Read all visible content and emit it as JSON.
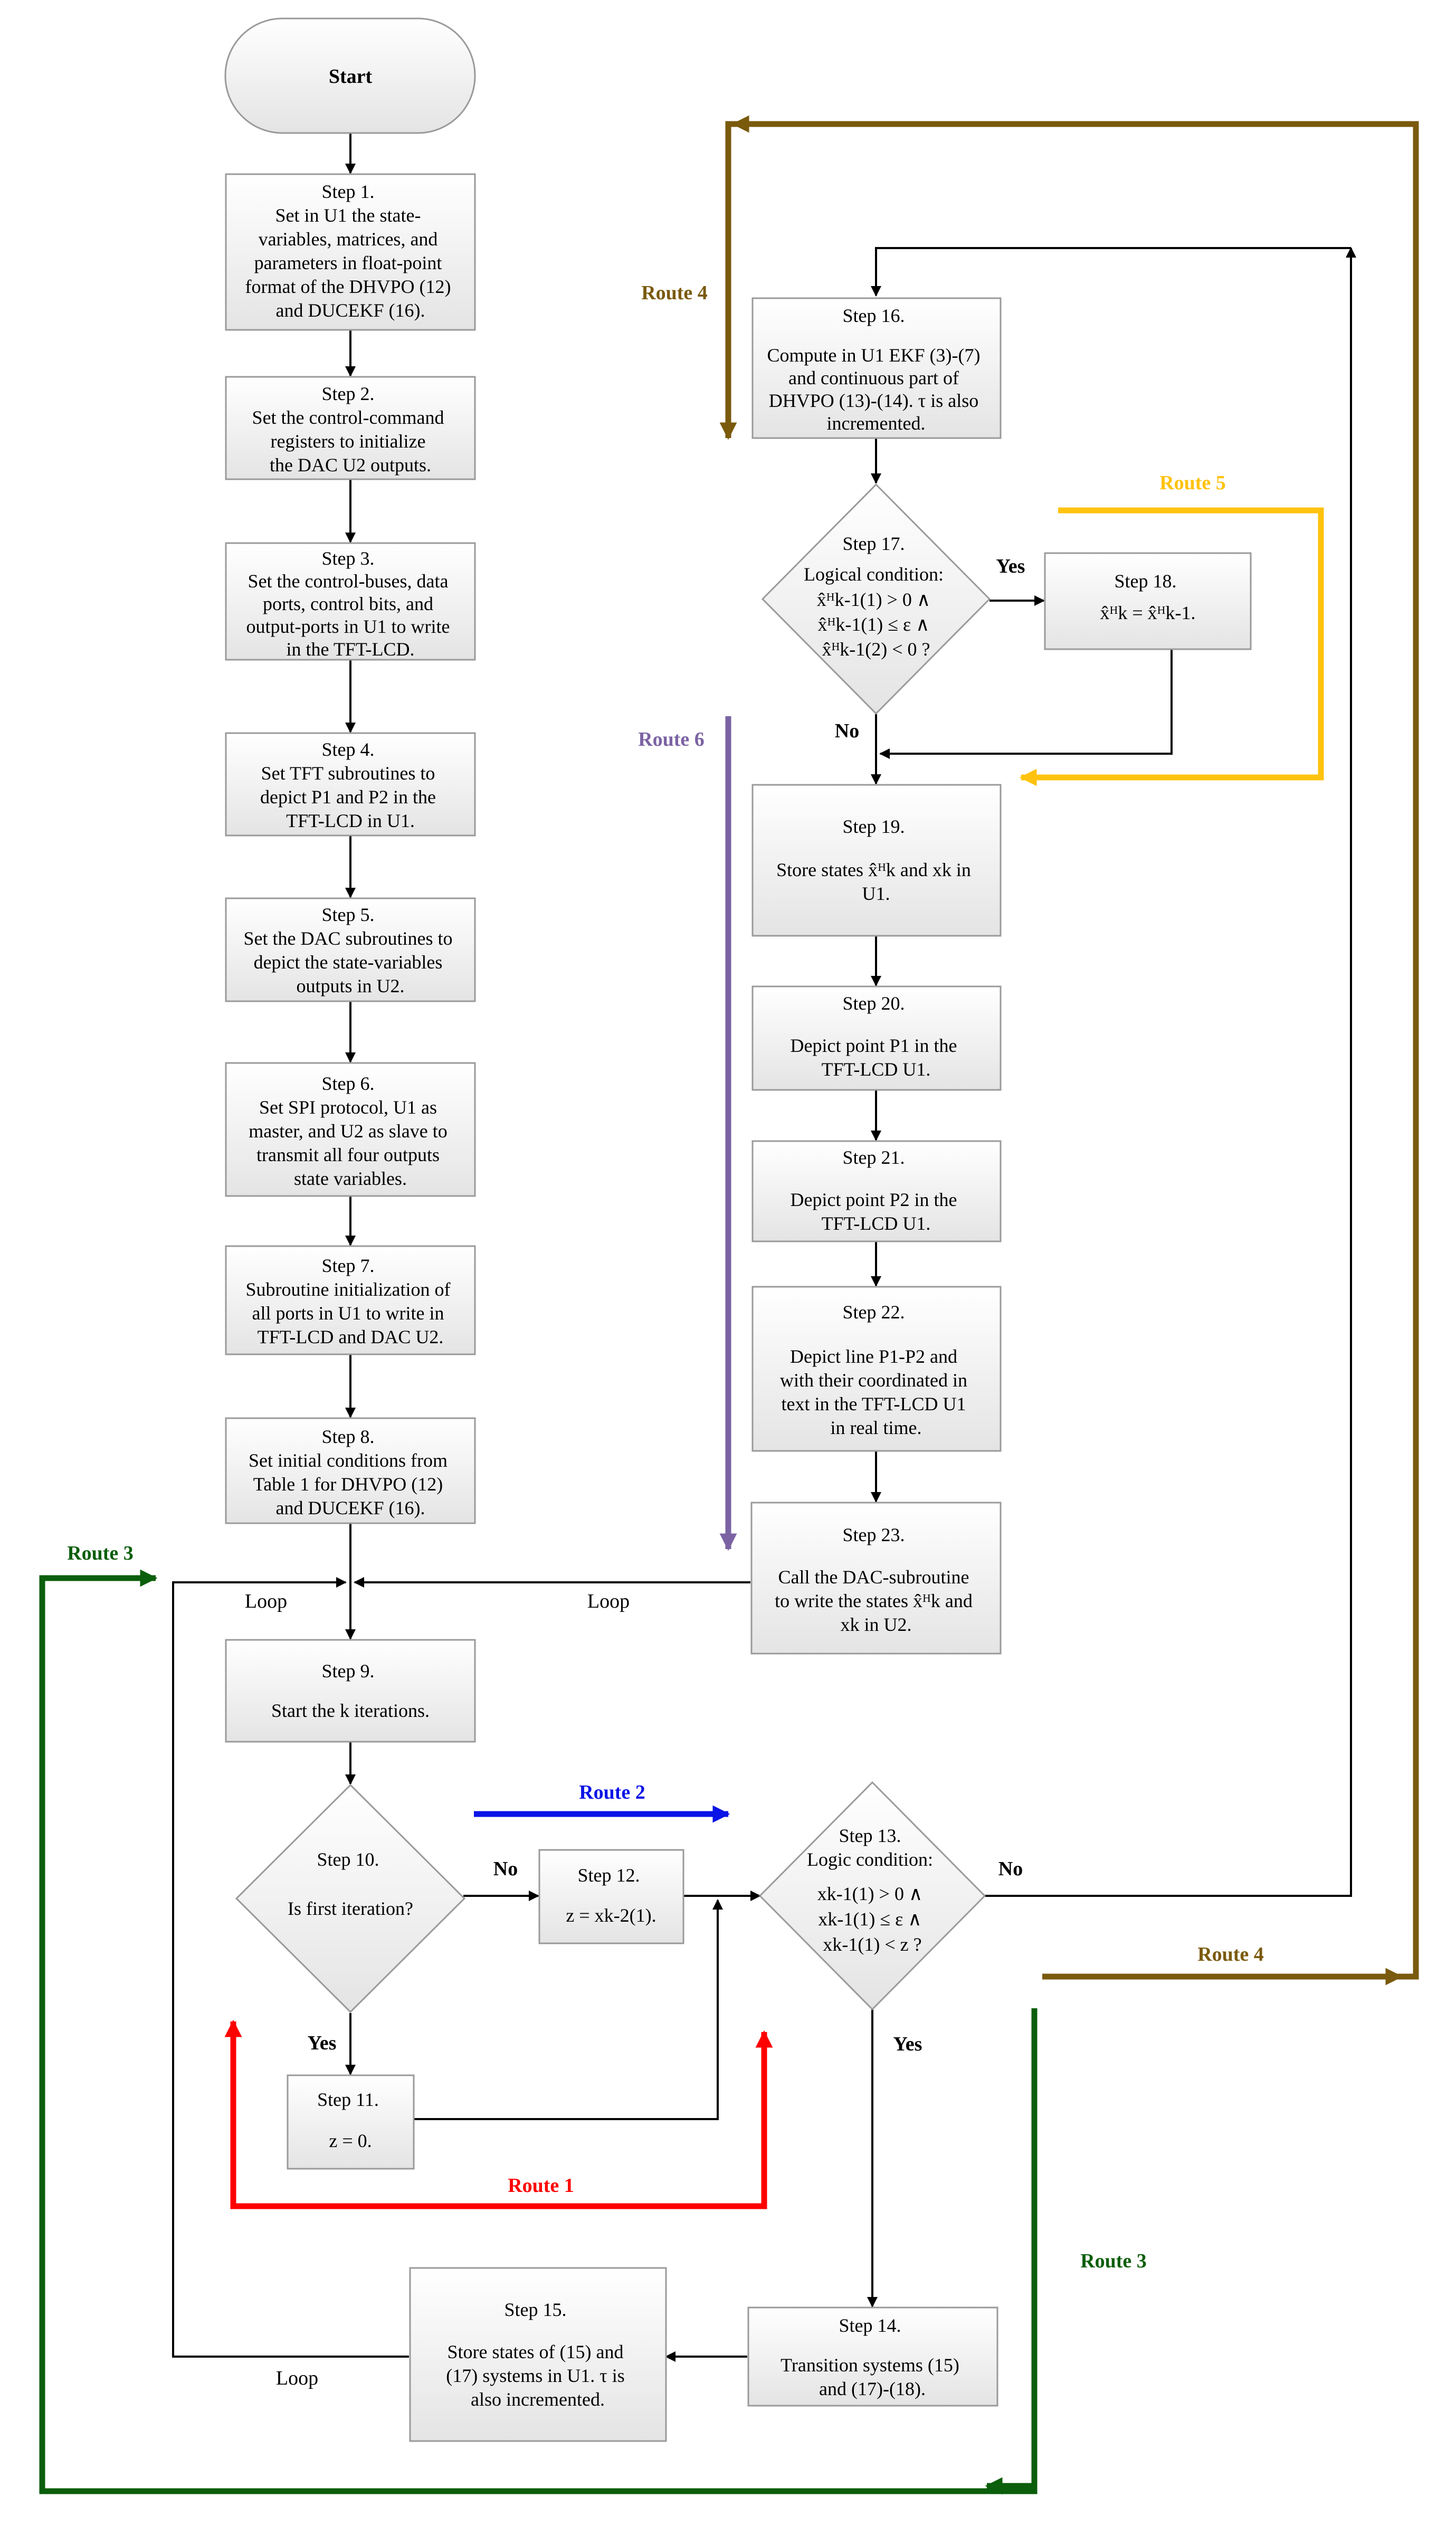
{
  "start": "Start",
  "steps": {
    "s1": [
      "Step 1.",
      "Set in U1 the state-",
      "variables, matrices, and",
      "parameters in float-point",
      "format of the DHVPO (12)",
      "and DUCEKF (16)."
    ],
    "s2": [
      "Step 2.",
      "Set the control-command",
      "registers to initialize",
      "the DAC U2 outputs."
    ],
    "s3": [
      "Step 3.",
      "Set the control-buses, data",
      "ports, control bits,  and",
      "output-ports in U1 to write",
      "in the TFT-LCD."
    ],
    "s4": [
      "Step 4.",
      "Set TFT subroutines to",
      "depict P1 and P2 in the",
      "TFT-LCD in U1."
    ],
    "s5": [
      "Step 5.",
      "Set the DAC subroutines to",
      "depict the state-variables",
      "outputs in U2."
    ],
    "s6": [
      "Step 6.",
      "Set SPI protocol, U1 as",
      "master, and U2 as slave to",
      "transmit all four outputs",
      "state variables."
    ],
    "s7": [
      "Step 7.",
      "Subroutine initialization of",
      "all ports in U1 to write in",
      "TFT-LCD and DAC U2."
    ],
    "s8": [
      "Step 8.",
      "Set initial conditions from",
      "Table 1 for DHVPO (12)",
      "and DUCEKF (16)."
    ],
    "s9": [
      "Step 9.",
      "Start the k iterations."
    ],
    "s10": [
      "Step 10.",
      "Is first iteration?"
    ],
    "s11": [
      "Step 11.",
      "z = 0."
    ],
    "s12": [
      "Step 12.",
      "z = xk-2(1)."
    ],
    "s13": [
      "Step 13.",
      "Logic condition:",
      "xk-1(1) > 0 ∧",
      "xk-1(1) ≤ ε ∧",
      "xk-1(1) < z ?"
    ],
    "s14": [
      "Step 14.",
      "Transition systems (15)",
      "and (17)-(18)."
    ],
    "s15": [
      "Step 15.",
      "Store states of (15) and",
      "(17) systems in U1. τ  is",
      "also incremented."
    ],
    "s16": [
      "Step 16.",
      "Compute in U1 EKF (3)-(7)",
      "and continuous part of",
      "DHVPO (13)-(14). τ  is also",
      "incremented."
    ],
    "s17": [
      "Step 17.",
      "Logical condition:",
      "x̂ᴴk-1(1) > 0 ∧",
      "x̂ᴴk-1(1) ≤ ε ∧",
      "x̂ᴴk-1(2) < 0 ?"
    ],
    "s18": [
      "Step 18.",
      "x̂ᴴk = x̂ᴴk-1."
    ],
    "s19": [
      "Step 19.",
      "Store states x̂ᴴk and xk in",
      "U1."
    ],
    "s20": [
      "Step 20.",
      "Depict point P1 in the",
      "TFT-LCD U1."
    ],
    "s21": [
      "Step 21.",
      "Depict point P2 in the",
      "TFT-LCD U1."
    ],
    "s22": [
      "Step 22.",
      "Depict line P1-P2 and",
      "with their coordinated in",
      "text in the TFT-LCD U1",
      "in real time."
    ],
    "s23": [
      "Step 23.",
      "Call the DAC-subroutine",
      "to write the states x̂ᴴk and",
      "xk in U2."
    ]
  },
  "labels": {
    "yes": "Yes",
    "no": "No",
    "loop": "Loop"
  },
  "routes": {
    "route1": "Route 1",
    "route2": "Route 2",
    "route3": "Route 3",
    "route4": "Route 4",
    "route5": "Route 5",
    "route6": "Route 6"
  },
  "colors": {
    "route1": "#ff0000",
    "route2": "#0a14e6",
    "route3": "#0b5e0b",
    "route4": "#7a5a0c",
    "route5": "#ffc20e",
    "route6": "#7b63a3",
    "connector": "#000000",
    "box_border": "#9a9a9a"
  }
}
